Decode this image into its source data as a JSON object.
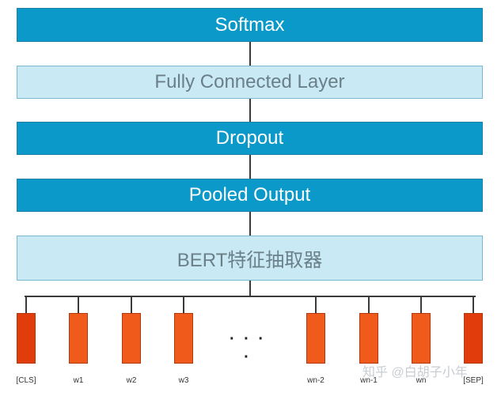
{
  "layers": {
    "softmax": "Softmax",
    "fully_connected": "Fully Connected Layer",
    "dropout": "Dropout",
    "pooled_output": "Pooled Output",
    "bert": "BERT特征抽取器"
  },
  "ellipsis": "· · · ·",
  "tokens": [
    "[CLS]",
    "w1",
    "w2",
    "w3",
    "wn-2",
    "wn-1",
    "wn",
    "[SEP]"
  ],
  "watermark": "知乎 @白胡子小年",
  "colors": {
    "layer_dark": "#0b99c9",
    "layer_light": "#c9eaf4",
    "token": "#f05a1a"
  }
}
